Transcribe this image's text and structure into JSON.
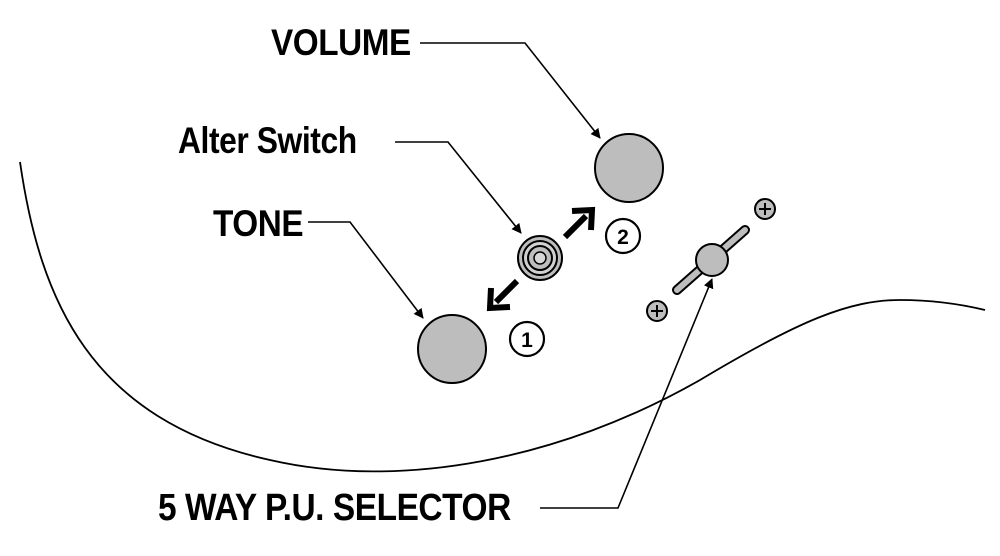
{
  "labels": {
    "volume": "VOLUME",
    "alter_switch": "Alter Switch",
    "tone": "TONE",
    "selector": "5 WAY P.U. SELECTOR"
  },
  "positions": {
    "one": "1",
    "two": "2"
  },
  "colors": {
    "knob_fill": "#bdbdbd",
    "stroke": "#000000",
    "background": "#ffffff"
  },
  "icons": [
    "plus-screw-icon",
    "arrow-icon"
  ]
}
